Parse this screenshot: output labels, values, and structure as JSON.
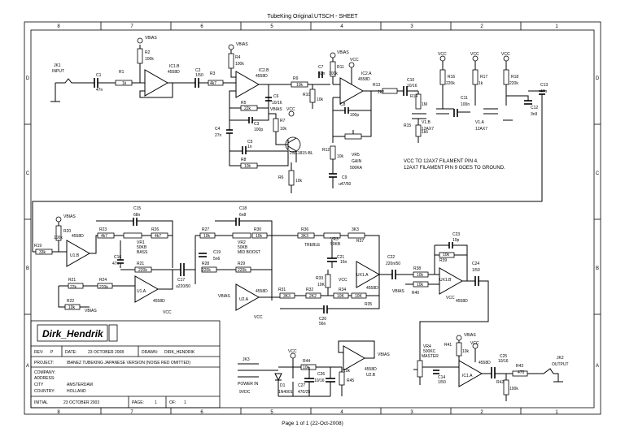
{
  "sheet": {
    "title": "TubeKing Original.UTSCH - SHEET",
    "footer": "Page 1 of 1 (22-Oct-2008)",
    "columns": [
      "8",
      "7",
      "6",
      "5",
      "4",
      "3",
      "2",
      "1"
    ],
    "rows": [
      "D",
      "C",
      "B",
      "A"
    ]
  },
  "labels": {
    "jk1": "JK1",
    "input": "INPUT",
    "c1": "C1",
    "c1v": "47n",
    "r1": "R1",
    "r1v": "1k",
    "r2": "R2",
    "r2v": "100k",
    "vbias": "VBIAS",
    "ic1b": "IC1.B",
    "ic1bp": "4558D",
    "c2": "C2",
    "c2v": "1/50",
    "r3": "R3",
    "r3v": "4k7",
    "r4": "R4",
    "r4v": "100k",
    "ic2b": "IC2.B",
    "ic2bp": "4558D",
    "r9": "R9",
    "r9v": "10k",
    "c7": "C7",
    "c7v": "33n",
    "r10": "R10",
    "r10v": "10k",
    "r11": "R11",
    "r11v": "100k",
    "vcc": "VCC",
    "ic2a": "IC2.A",
    "ic2ap": "4558D",
    "r13": "R13",
    "r13v": "2k2",
    "c10": "C10",
    "c10v": "10/16",
    "c6": "C6",
    "c6v": "10/16",
    "r5": "R5",
    "r5v": "22k",
    "c3": "C3",
    "c3v": "100p",
    "c8": "C8",
    "c8v": "100p",
    "r7": "R7",
    "r7v": "10k",
    "c4": "C4",
    "c4v": "27n",
    "c5": "C5",
    "c5v": "1n",
    "q": "2SC1815-BL",
    "r8": "R8",
    "r8v": "10k",
    "r6": "R6",
    "r6v": "10k",
    "r12": "R12",
    "r12v": "10k",
    "vr5": "VR5",
    "vr5a": "GAIN",
    "vr5v": "500KA",
    "c9": "C9",
    "c9v": "u47/50",
    "r14": "R14",
    "r14v": "1M",
    "r15": "R15",
    "r15v": "1k5",
    "r16": "R16",
    "r16v": "220k",
    "r17": "R17",
    "r17v": "1k",
    "r18": "R18",
    "r18v": "220k",
    "c11": "C11",
    "c11v": "100n",
    "c12": "C12",
    "c12v": "3n9",
    "c13": "C13",
    "c13v": "47n",
    "v1b": "V1.B",
    "v1a": "V1.A",
    "tube": "12AX7",
    "note1": "VCC TO 12AX7 FILAMENT PIN 4.",
    "note2": "12AX7 FILAMENT PIN 9 GOES TO GROUND.",
    "r19": "R19",
    "r19v": "33k",
    "r20": "R20",
    "r20v": "100k",
    "u1b": "U1.B",
    "u1bp": "4558D",
    "c15": "C15",
    "c15v": "68n",
    "r23": "R23",
    "r23v": "4k7",
    "r26": "R26",
    "r26v": "4k7",
    "vr1": "VR1",
    "vr1v": "50KB",
    "bass": "BASS",
    "c16": "C16",
    "c16v": "47n",
    "r21": "R21",
    "r21v": "22k",
    "r24": "R24",
    "r24v": "220k",
    "r22": "R22",
    "r22v": "10k",
    "u1a": "U1.A",
    "u1ap": "4558D",
    "c17": "C17",
    "c17v": "u220/50",
    "r27": "R27",
    "r27v": "10k",
    "c18": "C18",
    "c18v": "6n8",
    "r30": "R30",
    "r30v": "10k",
    "vr2": "VR2",
    "vr2v": "50KB",
    "mid": "MID BOOST",
    "c19": "C19",
    "c19v": "5n6",
    "r28": "R28",
    "r28v": "220k",
    "r29": "R29",
    "r29v": "220k",
    "u2a": "U2.A",
    "u2ap": "4558D",
    "r36": "R36",
    "r36v": "3K3",
    "vr3": "VR3",
    "vr3v": "50KB",
    "treble": "TREBLE",
    "r37": "R37",
    "r37v": "3K3",
    "c21": "C21",
    "c21v": "15n",
    "r31": "R31",
    "r31v": "3K3",
    "r32": "R32",
    "r32v": "2K2",
    "r33": "R33",
    "r33v": "10K",
    "r34": "R34",
    "r34v": "10K",
    "r35": "R35",
    "r35v": "10K",
    "ux1a": "UX1.A",
    "ux1ap": "4558D",
    "c20": "C20",
    "c20v": "56n",
    "c22": "C22",
    "c22v": "220n/50",
    "r38": "R38",
    "r38v": "10k",
    "r40": "R40",
    "r40v": "10k",
    "c23": "C23",
    "c23v": "10p",
    "r39": "R39",
    "r39v": "10k",
    "ux1b": "UX1.B",
    "ux1bp": "4558D",
    "c24": "C24",
    "c24v": "1/50",
    "vr4": "VR4",
    "vr4v": "500KC",
    "master": "MASTER",
    "r41": "R41",
    "r41v": "10k",
    "ic1a": "IC1.A",
    "ic1ap": "4558D",
    "c14": "C14",
    "c14v": "1/50",
    "c25": "C25",
    "c25v": "10/16",
    "r43": "R43",
    "r43v": "470",
    "r42": "R42",
    "r42v": "100k",
    "jk2": "JK2",
    "output": "OUTPUT",
    "jk3": "JK3",
    "powerin": "POWER IN",
    "vdc": "9VDC",
    "d1": "D1",
    "d1v": "1N4001",
    "r44": "R44",
    "r44v": "10k",
    "c26": "C26",
    "c26v": "10/16",
    "c27": "C27",
    "c27v": "470/25",
    "r45": "R45",
    "r45v": "10k",
    "u2b": "U2.B",
    "u2bp": "4558D"
  },
  "titleblock": {
    "logo": "Dirk_Hendrik",
    "rev_label": "REV:",
    "rev": "P",
    "date_label": "DATE:",
    "date": "23 OCTOBER 2008",
    "drawn_label": "DRAWN:",
    "drawn": "DIRK_HENDRIK",
    "project_label": "PROJECT:",
    "project": "IBANEZ TUBEKING JAPANESE VERSION (NOISE RED OMITTED)",
    "company_label": "COMPANY:",
    "address_label": "ADDRESS:",
    "city_label": "CITY",
    "city": "AMSTERDAM",
    "country_label": "COUNTRY:",
    "country": "HOLLAND",
    "initial_label": "INITIAL",
    "initial": "23 OCTOBER 2003",
    "page_label": "PAGE:",
    "page": "1",
    "of_label": "OF:",
    "of": "1"
  }
}
